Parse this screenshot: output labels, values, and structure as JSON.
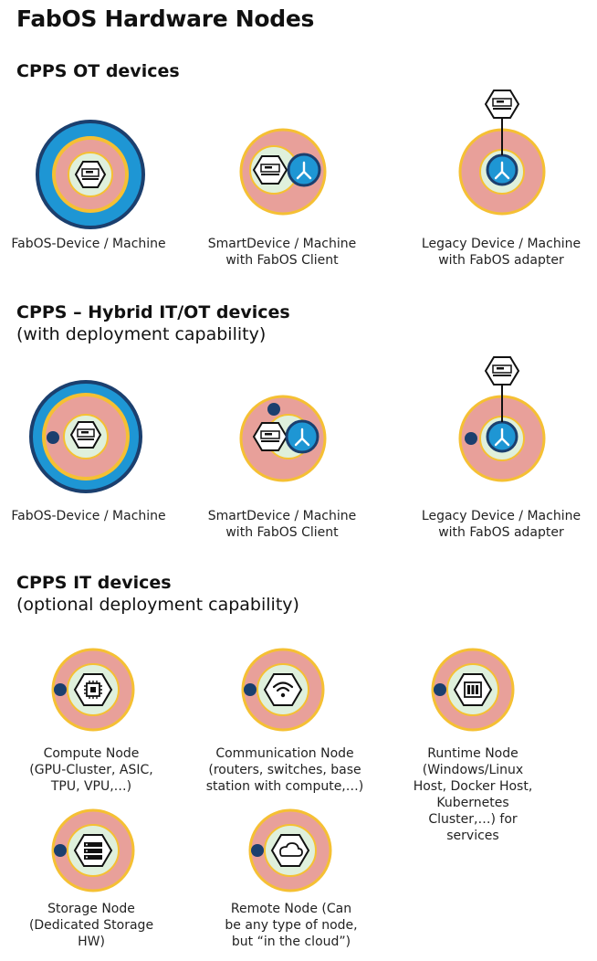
{
  "title": "FabOS Hardware Nodes",
  "sections": [
    {
      "title": "CPPS OT devices",
      "subtitle": ""
    },
    {
      "title": "CPPS – Hybrid IT/OT devices",
      "subtitle": "(with deployment capability)"
    },
    {
      "title": "CPPS IT devices",
      "subtitle": "(optional deployment capability)"
    }
  ],
  "ot": [
    {
      "lines": [
        "FabOS-Device / Machine"
      ]
    },
    {
      "lines": [
        "SmartDevice / Machine",
        "with FabOS Client"
      ]
    },
    {
      "lines": [
        "Legacy Device / Machine",
        "with FabOS adapter"
      ]
    }
  ],
  "hybrid": [
    {
      "lines": [
        "FabOS-Device / Machine"
      ]
    },
    {
      "lines": [
        "SmartDevice / Machine",
        "with FabOS Client"
      ]
    },
    {
      "lines": [
        "Legacy Device / Machine",
        "with FabOS adapter"
      ]
    }
  ],
  "it": [
    {
      "icon": "cpu-icon",
      "lines": [
        "Compute Node",
        "(GPU-Cluster, ASIC,",
        "TPU, VPU,…)"
      ]
    },
    {
      "icon": "wifi-icon",
      "lines": [
        "Communication Node",
        "(routers, switches, base",
        "station with compute,…)"
      ]
    },
    {
      "icon": "runtime-icon",
      "lines": [
        "Runtime Node",
        "(Windows/Linux",
        "Host, Docker Host,",
        "Kubernetes",
        "Cluster,…) for",
        "services"
      ]
    },
    {
      "icon": "storage-icon",
      "lines": [
        "Storage Node",
        "(Dedicated Storage",
        "HW)"
      ]
    },
    {
      "icon": "cloud-icon",
      "lines": [
        "Remote Node (Can",
        "be any type of node,",
        "but “in the cloud”)"
      ]
    }
  ],
  "colors": {
    "pink": "#e8a09a",
    "yellow": "#f5c033",
    "green_inner": "#dff0dc",
    "blue_ring": "#1e96d4",
    "navy": "#1b3f6e"
  }
}
